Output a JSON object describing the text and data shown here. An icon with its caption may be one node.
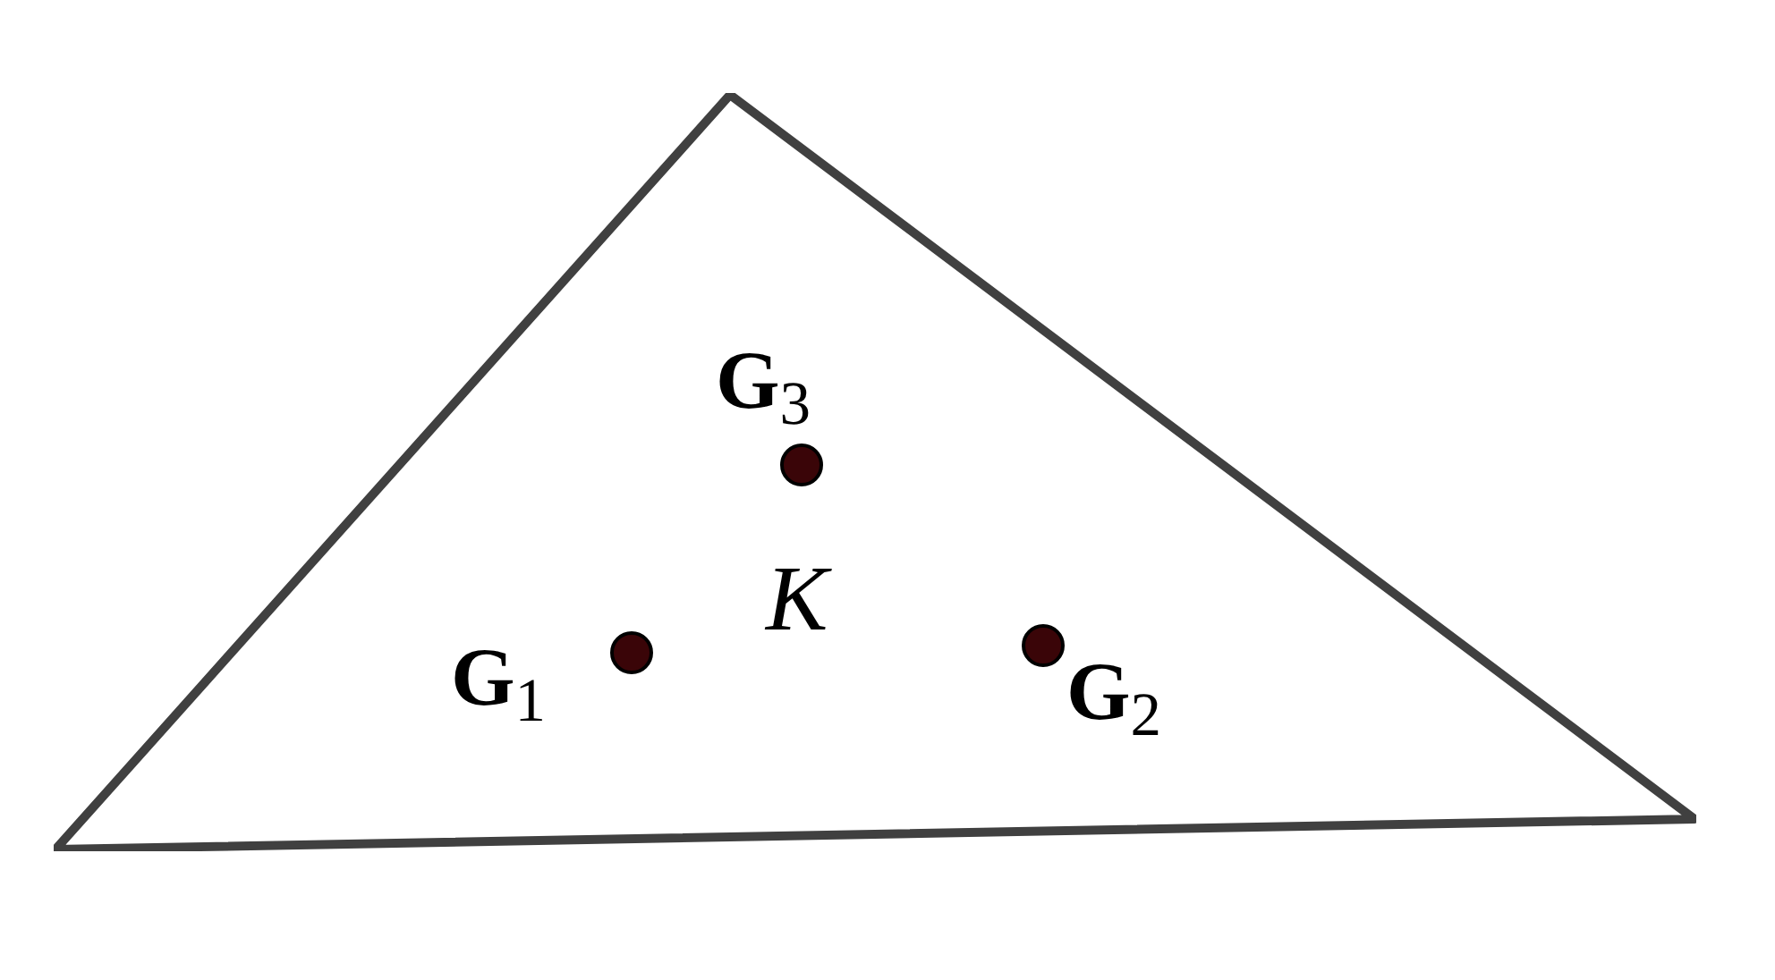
{
  "diagram": {
    "nodes": [
      {
        "text": [
          "K"
        ]
      },
      {
        "text": [],
        "shape": "circle",
        "in": 0,
        "beside": [
          "**G**$_{3}$"
        ]
      },
      {
        "text": [],
        "shape": "circle",
        "in": 0,
        "beside": [
          "**G**$_{1}$"
        ]
      },
      {
        "text": [],
        "shape": "circle",
        "in": 0,
        "beside": [
          "**G**$_{2}$"
        ]
      }
    ]
  }
}
